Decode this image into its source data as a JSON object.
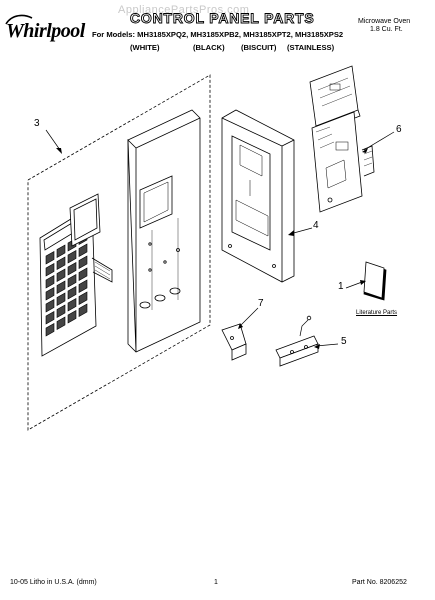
{
  "header": {
    "brand": "Whirlpool",
    "watermark": "AppliancePartsPros.com",
    "title": "CONTROL PANEL PARTS",
    "models_line": "For Models: MH3185XPQ2, MH3185XPB2, MH3185XPT2, MH3185XPS2",
    "colors": [
      "(WHITE)",
      "(BLACK)",
      "(BISCUIT)",
      "(STAINLESS)"
    ],
    "product_type": "Microwave Oven",
    "product_size": "1.8 Cu. Ft."
  },
  "callouts": [
    "3",
    "4",
    "6",
    "1",
    "7",
    "5"
  ],
  "literature_label": "Literature Parts",
  "footer": {
    "left": "10-05 Litho in U.S.A. (dmm)",
    "page": "1",
    "part_no": "Part No. 8206252"
  }
}
